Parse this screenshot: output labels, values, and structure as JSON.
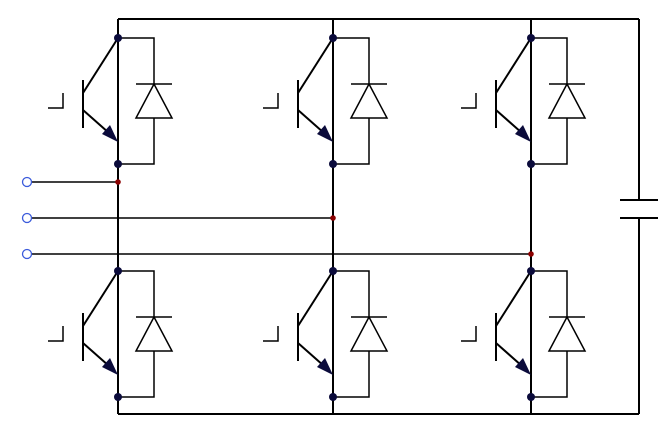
{
  "diagram": {
    "type": "three-phase-inverter-bridge",
    "legs": [
      {
        "phase_terminal": "terminal-1",
        "upper_switch": "igbt-with-antiparallel-diode",
        "lower_switch": "igbt-with-antiparallel-diode"
      },
      {
        "phase_terminal": "terminal-2",
        "upper_switch": "igbt-with-antiparallel-diode",
        "lower_switch": "igbt-with-antiparallel-diode"
      },
      {
        "phase_terminal": "terminal-3",
        "upper_switch": "igbt-with-antiparallel-diode",
        "lower_switch": "igbt-with-antiparallel-diode"
      }
    ],
    "dc_link": "capacitor",
    "colors": {
      "wire": "#000000",
      "node_dot": "#0b0b3b",
      "phase_tap_dot": "#8b0000",
      "emitter_arrow": "#0b0b3b",
      "terminal": "#3b5bdb",
      "background": "#ffffff"
    },
    "icons": [
      "igbt-symbol-icon",
      "diode-symbol-icon",
      "capacitor-symbol-icon",
      "terminal-circle-icon"
    ]
  }
}
